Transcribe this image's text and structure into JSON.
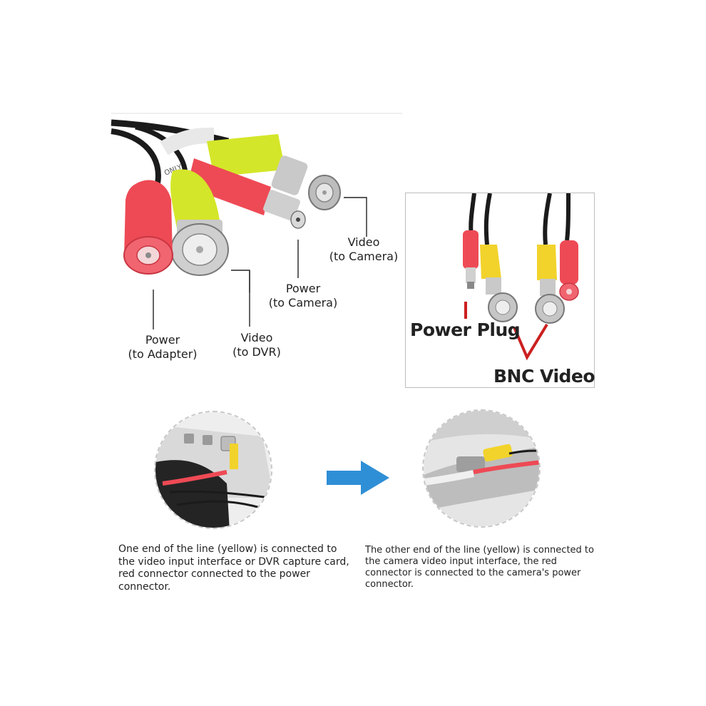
{
  "diagram": {
    "callouts": {
      "video_to_camera": {
        "line1": "Video",
        "line2": "(to Camera)"
      },
      "power_to_camera": {
        "line1": "Power",
        "line2": "(to Camera)"
      },
      "power_to_adapter": {
        "line1": "Power",
        "line2": "(to Adapter)"
      },
      "video_to_dvr": {
        "line1": "Video",
        "line2": "(to DVR)"
      }
    },
    "cable_print": "ONLY",
    "inset": {
      "power_plug_label": "Power Plug",
      "bnc_video_label": "BNC Video"
    }
  },
  "instructions": {
    "left_caption": "One end of the line (yellow) is connected to the video input interface or DVR capture card, red connector connected to the power connector.",
    "right_caption": "The other end of the line (yellow) is connected to the camera video input interface, the red connector is connected to the camera's power connector."
  },
  "colors": {
    "connector_yellow": "#d4e629",
    "connector_red": "#ee4a55",
    "label_red": "#cc1f1f",
    "arrow_blue": "#2f8fd6",
    "cable_black": "#1b1b1b"
  }
}
